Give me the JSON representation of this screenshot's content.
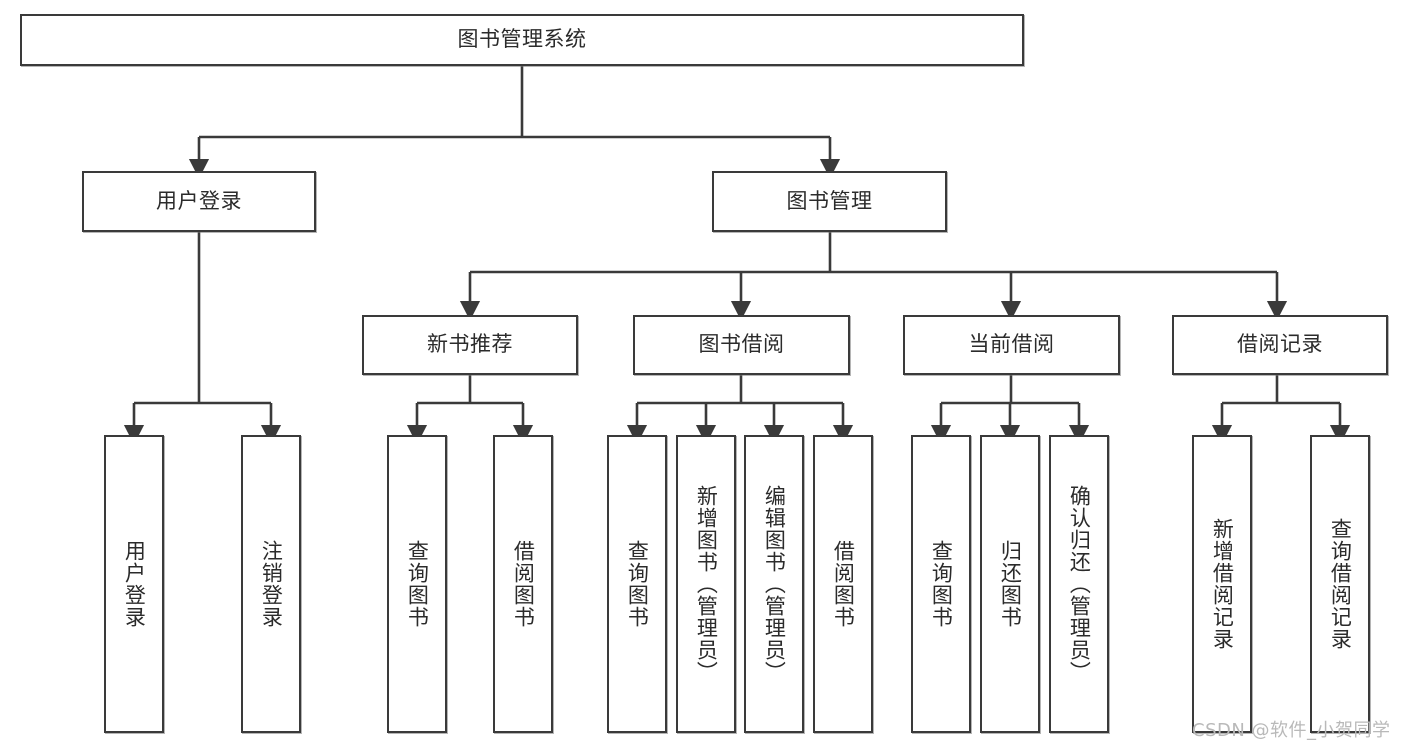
{
  "diagram": {
    "type": "tree-hierarchy",
    "orientation": "top-down",
    "root": {
      "label": "图书管理系统"
    },
    "level1": [
      {
        "label": "用户登录"
      },
      {
        "label": "图书管理"
      }
    ],
    "level2": [
      {
        "label": "新书推荐"
      },
      {
        "label": "图书借阅"
      },
      {
        "label": "当前借阅"
      },
      {
        "label": "借阅记录"
      }
    ],
    "leaves": {
      "user_login": [
        {
          "label": "用户登录"
        },
        {
          "label": "注销登录"
        }
      ],
      "new_book_recommend": [
        {
          "label": "查询图书"
        },
        {
          "label": "借阅图书"
        }
      ],
      "book_borrow": [
        {
          "label": "查询图书"
        },
        {
          "label": "新增图书（管理员）"
        },
        {
          "label": "编辑图书（管理员）"
        },
        {
          "label": "借阅图书"
        }
      ],
      "current_borrow": [
        {
          "label": "查询图书"
        },
        {
          "label": "归还图书"
        },
        {
          "label": "确认归还（管理员）"
        }
      ],
      "borrow_record": [
        {
          "label": "新增借阅记录"
        },
        {
          "label": "查询借阅记录"
        }
      ]
    }
  },
  "watermark": {
    "text": "CSDN @软件_小贺同学"
  },
  "colors": {
    "box_border": "#3a3a3a",
    "box_fill": "#ffffff",
    "connector": "#3a3a3a",
    "text": "#2b2b2b",
    "watermark": "#b9b9b9",
    "background": "#ffffff"
  }
}
